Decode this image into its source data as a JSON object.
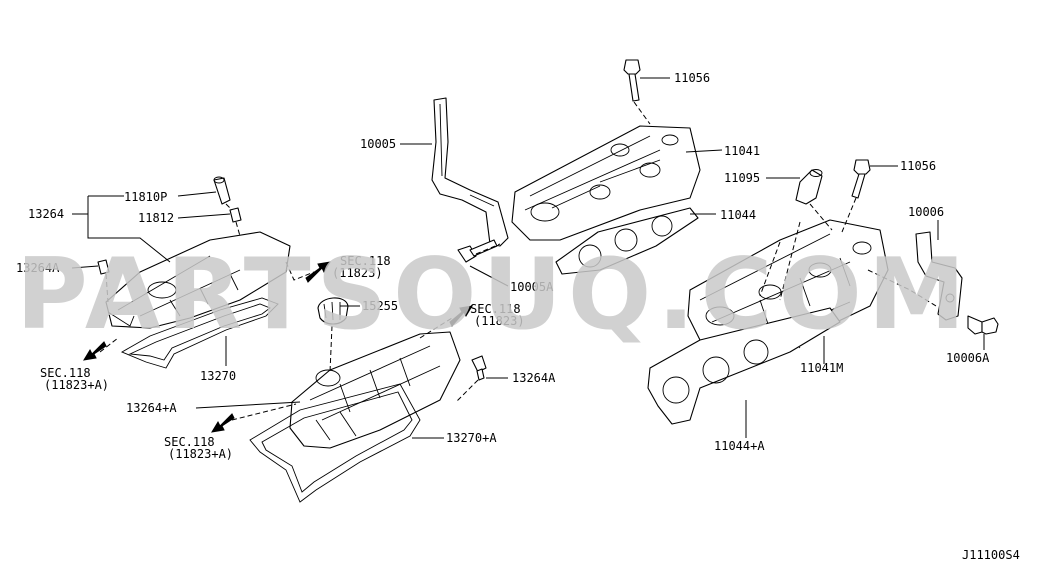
{
  "diagram_code": "J11100S4",
  "watermark": "PARTSOUQ.COM",
  "labels": {
    "p11056_top": "11056",
    "p11041": "11041",
    "p10005": "10005",
    "p11095": "11095",
    "p11056_right": "11056",
    "p11044": "11044",
    "p10006": "10006",
    "p11810p": "11810P",
    "p13264": "13264",
    "p11812": "11812",
    "p13264a_left": "13264A",
    "sec118_mid_a": "SEC.118",
    "sec118_mid_b": "(11823)",
    "p10005a": "10005A",
    "p15255": "15255",
    "sec118_ctr_a": "SEC.118",
    "sec118_ctr_b": "(11823)",
    "sec118_left_a": "SEC.118",
    "sec118_left_b": "(11823+A)",
    "p13270": "13270",
    "p11041m": "11041M",
    "p10006a": "10006A",
    "p13264a_right": "13264A",
    "p13264pa": "13264+A",
    "sec118_bot_a": "SEC.118",
    "sec118_bot_b": "(11823+A)",
    "p13270pa": "13270+A",
    "p11044pa": "11044+A"
  }
}
